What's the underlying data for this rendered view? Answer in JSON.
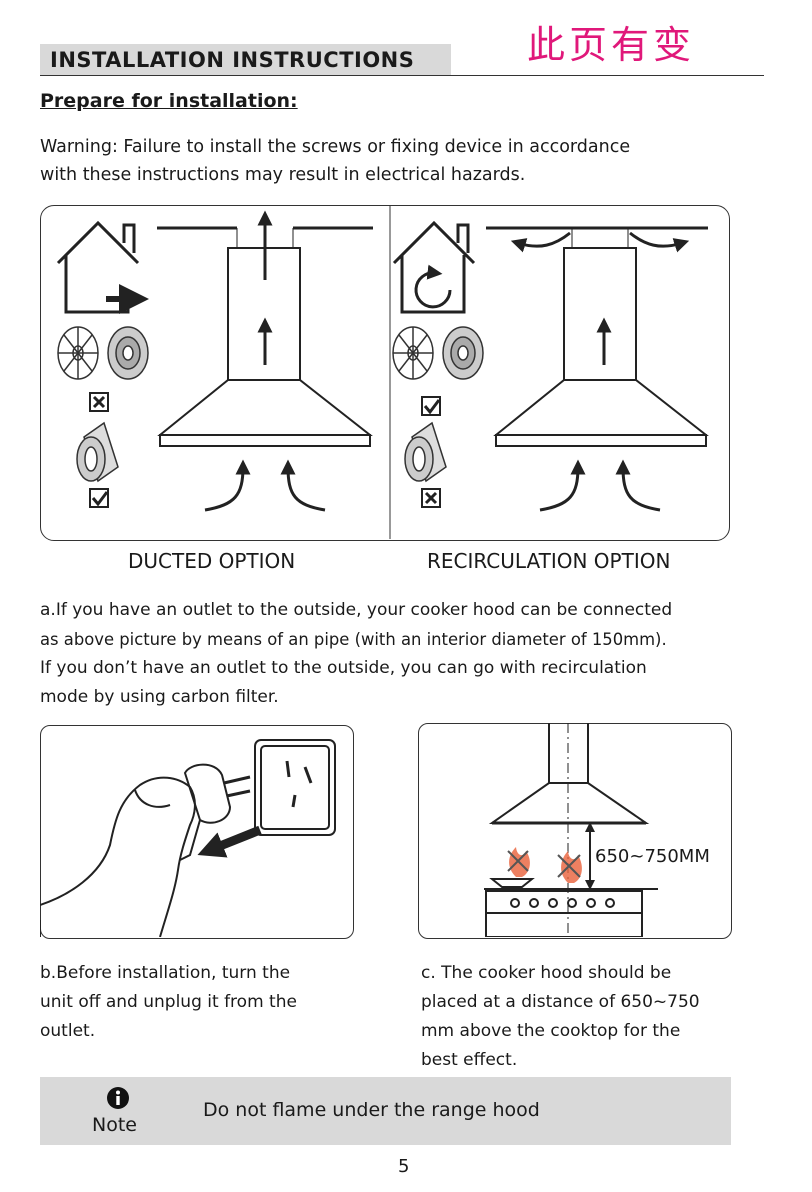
{
  "header": {
    "title": "INSTALLATION INSTRUCTIONS",
    "stamp": "此页有变"
  },
  "prepare_title": "Prepare for installation:",
  "warning": {
    "line1": "Warning: Failure to install the screws or fixing device in accordance",
    "line2": "with these instructions may result in electrical hazards."
  },
  "options": {
    "ducted": "DUCTED OPTION",
    "recirculation": "RECIRCULATION OPTION"
  },
  "para_a": {
    "line1": "a.If you have an outlet to the outside, your cooker hood can be connected",
    "line2": "as above picture by means of an pipe (with an interior diameter of 150mm).",
    "line3": "If you don’t have an outlet to the outside, you can go with recirculation",
    "line4": "mode by using carbon filter."
  },
  "distance_label": "650~750MM",
  "para_b": {
    "line1": "b.Before installation, turn the",
    "line2": "unit off and unplug it from the",
    "line3": "outlet."
  },
  "para_c": {
    "line1": "c. The cooker hood should be",
    "line2": "placed at a distance of 650~750",
    "line3": "mm above the cooktop for the",
    "line4": "best effect."
  },
  "note": {
    "label": "Note",
    "text": "Do not flame under the range hood"
  },
  "page_number": "5"
}
